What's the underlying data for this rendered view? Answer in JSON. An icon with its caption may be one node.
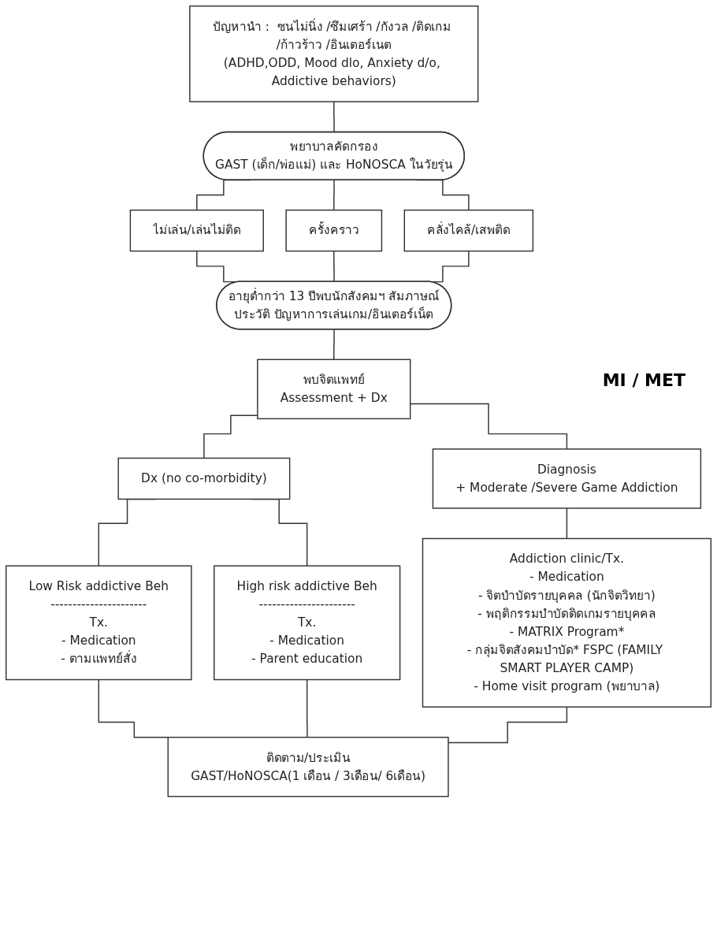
{
  "diagram": {
    "nodes": [
      {
        "text": [
          "ปัญหานำ :  ซนไม่นิ่ง /ซึมเศร้า /กังวล /ติดเกม /ก้าวร้าว /อินเตอร์เนต",
          "(ADHD,ODD, Mood dlo, Anxiety d/o, Addictive behaviors)"
        ]
      },
      {
        "text": [
          "พยาบาลคัดกรอง",
          "GAST (เด็ก/พ่อแม่) และ HoNOSCA ในวัยรุ่น"
        ]
      },
      {
        "text": [
          "ไม่เล่น/เล่นไม่ติด"
        ]
      },
      {
        "text": [
          "ครั้งคราว"
        ]
      },
      {
        "text": [
          "คลั่งไคล้/เสพติด"
        ]
      },
      {
        "text": [
          "อายุต่ำกว่า 13 ปีพบนักสังคมฯ สัมภาษณ์",
          "ประวัติ ปัญหาการเล่นเกม/อินเตอร์เน็ต"
        ]
      },
      {
        "text": [
          "พบจิตแพทย์",
          "Assessment + Dx"
        ]
      },
      {
        "text": [
          "Dx (no co-morbidity)"
        ]
      },
      {
        "text": [
          "Diagnosis",
          "+  Moderate /Severe Game Addiction"
        ]
      },
      {
        "text": [
          "Low Risk addictive Beh",
          "----------------------",
          "Tx.",
          "- Medication",
          "- ตามแพทย์สั่ง"
        ]
      },
      {
        "text": [
          "High risk addictive Beh",
          "----------------------",
          "Tx.",
          "- Medication",
          "- Parent education"
        ]
      },
      {
        "text": [
          "Addiction clinic/Tx.",
          "- Medication",
          "- จิตบำบัดรายบุคคล (นักจิตวิทยา)",
          "- พฤติกรรมบำบัดติดเกมรายบุคคล",
          "- MATRIX Program*",
          "- กลุ่มจิตสังคมบำบัด* FSPC (FAMILY SMART PLAYER CAMP)",
          "- Home visit program (พยาบาล)"
        ]
      },
      {
        "text": [
          "ติดตาม/ประเมิน",
          "GAST/HoNOSCA(1 เดือน / 3เดือน/ 6เดือน)"
        ]
      }
    ],
    "edges": [
      {
        "from": 0,
        "to": 1,
        "arrow": "none"
      },
      {
        "from": 1,
        "to": 2,
        "arrow": "none"
      },
      {
        "from": 1,
        "to": 3,
        "arrow": "none"
      },
      {
        "from": 1,
        "to": 4,
        "arrow": "none"
      },
      {
        "from": 2,
        "to": 5,
        "arrow": "none"
      },
      {
        "from": 3,
        "to": 5,
        "arrow": "none"
      },
      {
        "from": 4,
        "to": 5,
        "arrow": "none"
      },
      {
        "from": 5,
        "to": 6,
        "arrow": "none"
      },
      {
        "from": 6,
        "to": 7,
        "arrow": "none"
      },
      {
        "from": 6,
        "to": 8,
        "arrow": "none"
      },
      {
        "from": 7,
        "to": 9,
        "arrow": "none"
      },
      {
        "from": 7,
        "to": 10,
        "arrow": "none"
      },
      {
        "from": 8,
        "to": 11,
        "arrow": "none"
      },
      {
        "from": 9,
        "to": 12,
        "arrow": "none"
      },
      {
        "from": 10,
        "to": 12,
        "arrow": "none"
      },
      {
        "from": 11,
        "to": 12,
        "arrow": "none"
      }
    ],
    "labels": [
      "MI / MET"
    ]
  }
}
